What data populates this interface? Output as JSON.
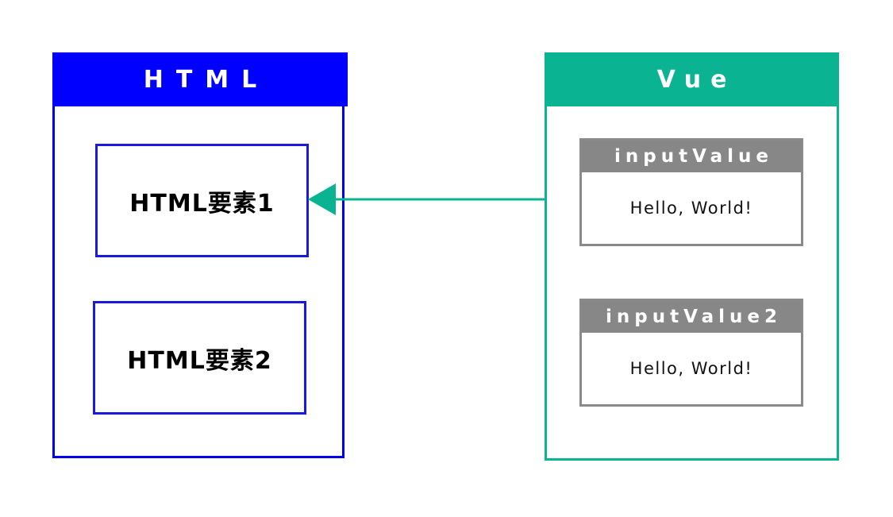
{
  "html_panel": {
    "title": "HTML",
    "elements": [
      {
        "label": "HTML要素1"
      },
      {
        "label": "HTML要素2"
      }
    ]
  },
  "vue_panel": {
    "title": "Vue",
    "data": [
      {
        "name": "inputValue",
        "value": "Hello, World!"
      },
      {
        "name": "inputValue2",
        "value": "Hello, World!"
      }
    ]
  },
  "colors": {
    "html_accent": "#0000ff",
    "vue_accent": "#0ab493",
    "data_header": "#878787"
  }
}
